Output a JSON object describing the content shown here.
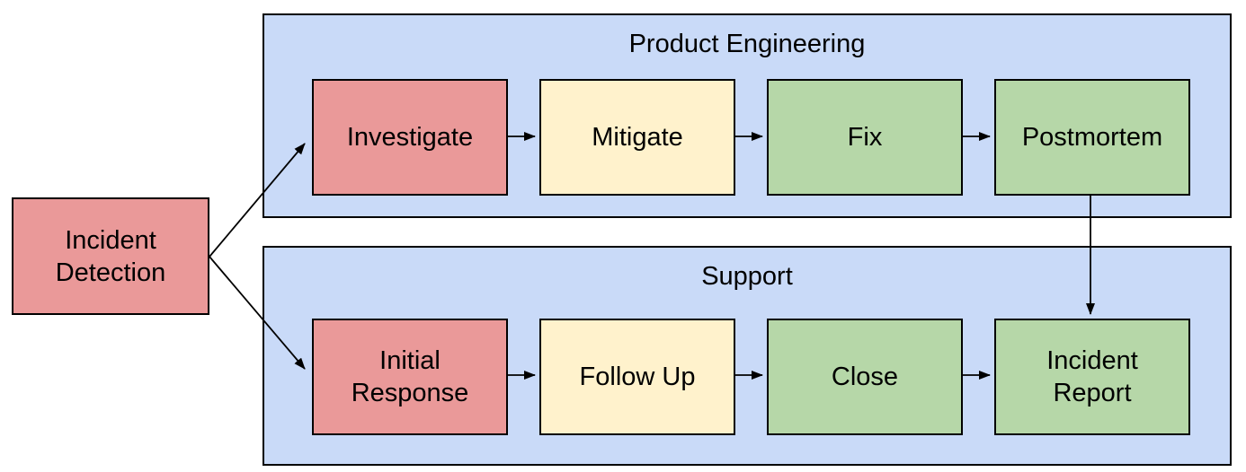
{
  "colors": {
    "red": "#ea9999",
    "yellow": "#fff2cc",
    "green": "#b6d7a8",
    "lane_fill": "#c9daf8",
    "border": "#000000",
    "background": "#ffffff",
    "text": "#000000"
  },
  "source": {
    "label": "Incident Detection",
    "color": "red"
  },
  "lanes": [
    {
      "label": "Product Engineering",
      "steps": [
        {
          "label": "Investigate",
          "color": "red"
        },
        {
          "label": "Mitigate",
          "color": "yellow"
        },
        {
          "label": "Fix",
          "color": "green"
        },
        {
          "label": "Postmortem",
          "color": "green"
        }
      ]
    },
    {
      "label": "Support",
      "steps": [
        {
          "label": "Initial Response",
          "color": "red"
        },
        {
          "label": "Follow Up",
          "color": "yellow"
        },
        {
          "label": "Close",
          "color": "green"
        },
        {
          "label": "Incident Report",
          "color": "green"
        }
      ]
    }
  ],
  "edges": [
    {
      "from": "Incident Detection",
      "to": "Investigate"
    },
    {
      "from": "Incident Detection",
      "to": "Initial Response"
    },
    {
      "from": "Investigate",
      "to": "Mitigate"
    },
    {
      "from": "Mitigate",
      "to": "Fix"
    },
    {
      "from": "Fix",
      "to": "Postmortem"
    },
    {
      "from": "Postmortem",
      "to": "Incident Report"
    },
    {
      "from": "Initial Response",
      "to": "Follow Up"
    },
    {
      "from": "Follow Up",
      "to": "Close"
    },
    {
      "from": "Close",
      "to": "Incident Report"
    }
  ]
}
